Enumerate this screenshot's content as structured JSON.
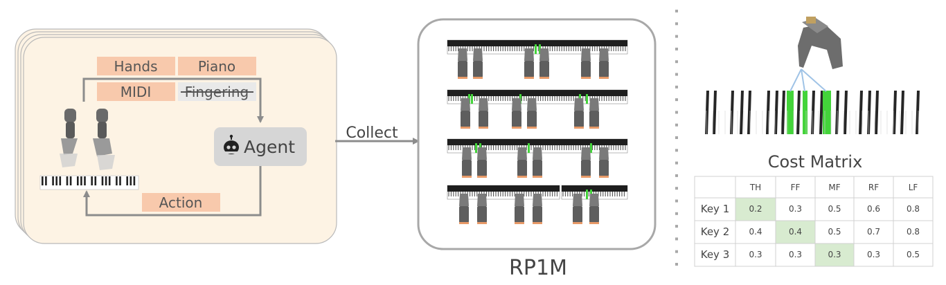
{
  "loop": {
    "inputs": [
      "Hands",
      "Piano",
      "MIDI",
      "Fingering"
    ],
    "agent_label": "Agent",
    "action_label": "Action"
  },
  "collect_label": "Collect",
  "dataset_label": "RP1M",
  "cost_matrix": {
    "title": "Cost Matrix",
    "columns": [
      "",
      "TH",
      "FF",
      "MF",
      "RF",
      "LF"
    ],
    "rows": [
      {
        "label": "Key 1",
        "values": [
          "0.2",
          "0.3",
          "0.5",
          "0.6",
          "0.8"
        ],
        "highlight": 0
      },
      {
        "label": "Key 2",
        "values": [
          "0.4",
          "0.4",
          "0.5",
          "0.7",
          "0.8"
        ],
        "highlight": 1
      },
      {
        "label": "Key 3",
        "values": [
          "0.3",
          "0.3",
          "0.3",
          "0.3",
          "0.5"
        ],
        "highlight": 2
      }
    ]
  },
  "colors": {
    "stack_fill": "#fdf3e4",
    "tag_fill": "#f8c9ac",
    "agent_fill": "#d6d6d6",
    "arrow": "#8c8c8c",
    "key_highlight": "#43d43a",
    "cell_highlight": "#d8ebd0"
  }
}
